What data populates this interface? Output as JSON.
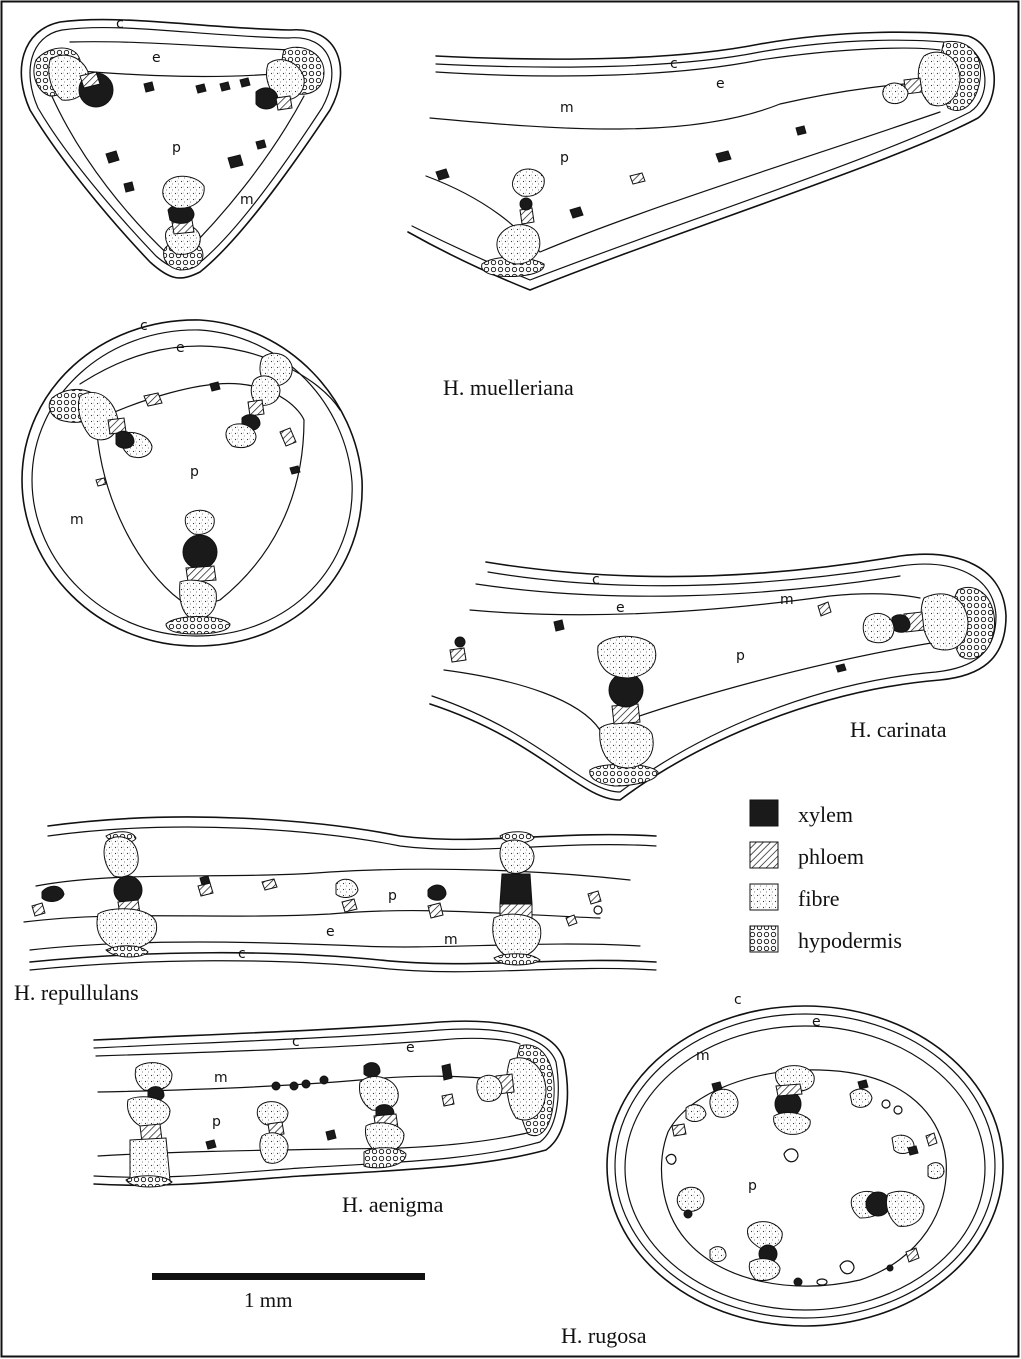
{
  "species_labels": {
    "muelleriana": "H. muelleriana",
    "carinata": "H. carinata",
    "repullulans": "H. repullulans",
    "aenigma": "H. aenigma",
    "rugosa": "H. rugosa"
  },
  "region_labels": {
    "cuticle": "c",
    "epidermis": "e",
    "mesophyll": "m",
    "pith": "p"
  },
  "legend": {
    "xylem": "xylem",
    "phloem": "phloem",
    "fibre": "fibre",
    "hypodermis": "hypodermis"
  },
  "scale_bar": {
    "label": "1 mm"
  },
  "colors": {
    "ink": "#111111",
    "paper": "#ffffff"
  }
}
